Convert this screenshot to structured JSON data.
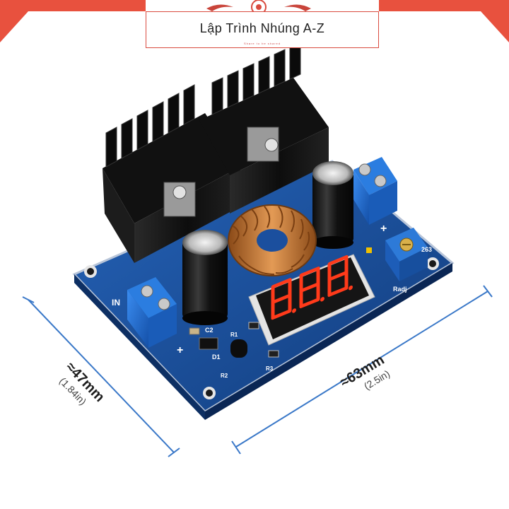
{
  "logo": {
    "title": "Lập Trình Nhúng A-Z",
    "tagline": "Share to be shared"
  },
  "dimensions": {
    "width_label": "≈63mm",
    "width_sub": "(2.5in)",
    "height_label": "≈47mm",
    "height_sub": "(1.84in)"
  },
  "board": {
    "display_reading": "8.8.8.",
    "labels": {
      "in": "IN",
      "plus_left": "+",
      "plus_right": "+",
      "c2": "C2",
      "d1": "D1",
      "r1": "R1",
      "r2": "R2",
      "r3": "R3",
      "radj": "Radj",
      "model": "263"
    }
  },
  "colors": {
    "accent_red": "#d94a3e",
    "pcb_blue": "#1b4f9e",
    "terminal_blue": "#1f6fd1",
    "heatsink_black": "#161616",
    "copper": "#c87a3a",
    "display_red": "#ff3a1a",
    "dimension_line": "#3a78c8"
  }
}
